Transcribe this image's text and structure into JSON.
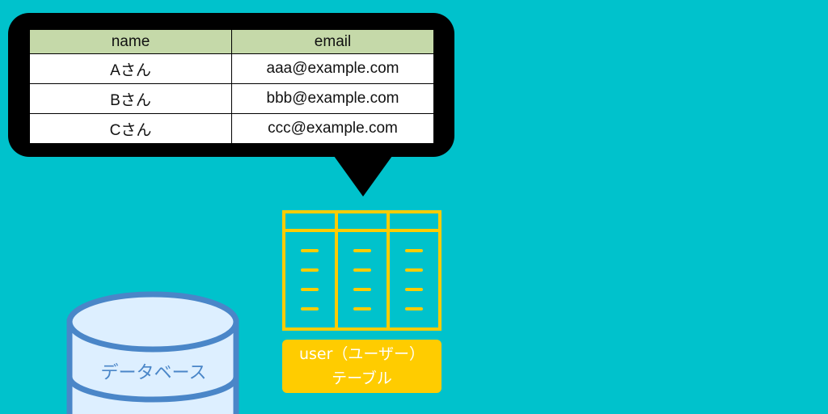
{
  "callout_table": {
    "headers": [
      "name",
      "email"
    ],
    "rows": [
      [
        "Aさん",
        "aaa@example.com"
      ],
      [
        "Bさん",
        "bbb@example.com"
      ],
      [
        "Cさん",
        "ccc@example.com"
      ]
    ]
  },
  "table_label": {
    "line1": "user（ユーザー）",
    "line2": "テーブル"
  },
  "database_label": "データベース",
  "colors": {
    "background": "#00c2cc",
    "table_icon": "#ffcc00",
    "database_fill": "#ddefff",
    "database_stroke": "#4a86c8",
    "header_fill": "#c5d9a9"
  }
}
